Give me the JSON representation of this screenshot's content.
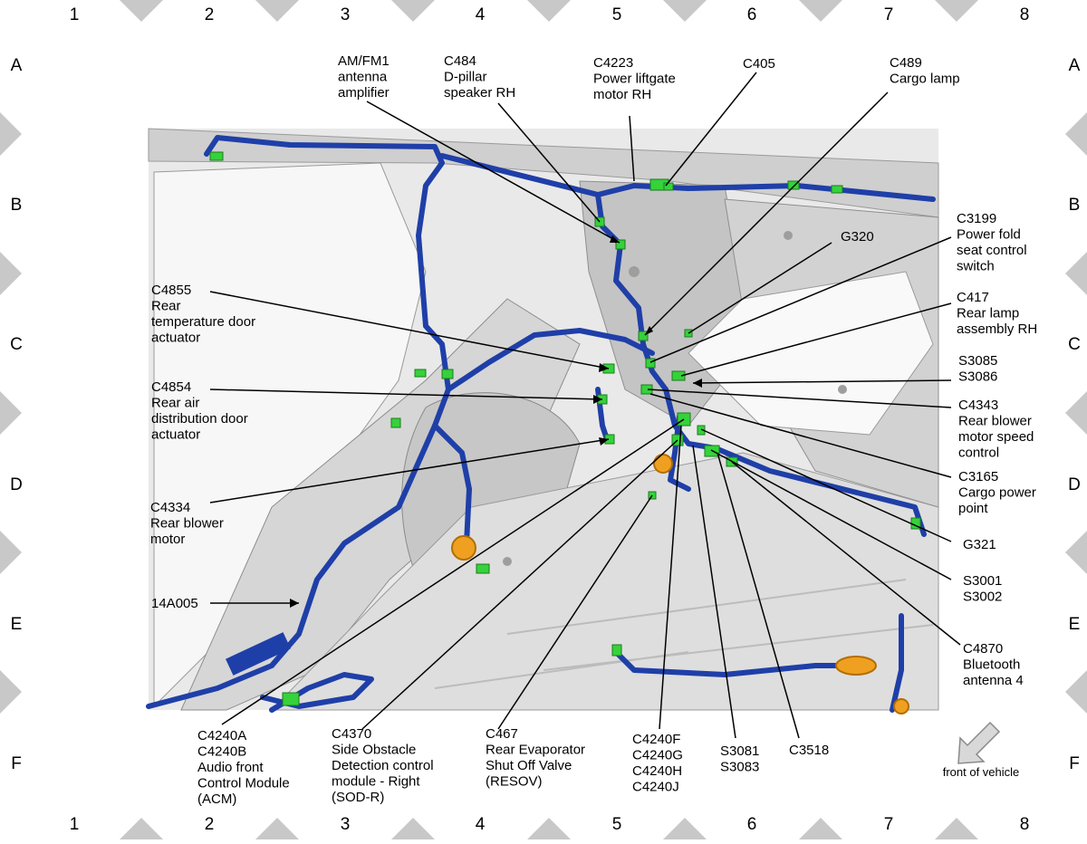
{
  "grid": {
    "columns": [
      "1",
      "2",
      "3",
      "4",
      "5",
      "6",
      "7",
      "8"
    ],
    "rows": [
      "A",
      "B",
      "C",
      "D",
      "E",
      "F"
    ]
  },
  "orientation_note": "front of vehicle",
  "colors": {
    "harness": "#1f3fa8",
    "harness_highlight": "#3f63d6",
    "connector": "#35d23a",
    "grommet": "#f0a020",
    "body_panel": "#dcdcdc",
    "body_panel_edge": "#9a9a9a",
    "grid_triangle": "#c8c8c8"
  },
  "callouts": [
    {
      "id": "am-fm1-antenna-amplifier",
      "lines": [
        "AM/FM1",
        "antenna",
        "amplifier"
      ]
    },
    {
      "id": "c484",
      "lines": [
        "C484",
        "D-pillar",
        "speaker RH"
      ]
    },
    {
      "id": "c4223",
      "lines": [
        "C4223",
        "Power liftgate",
        "motor RH"
      ]
    },
    {
      "id": "c405",
      "lines": [
        "C405"
      ]
    },
    {
      "id": "c489",
      "lines": [
        "C489",
        "Cargo lamp"
      ]
    },
    {
      "id": "g320",
      "lines": [
        "G320"
      ]
    },
    {
      "id": "c3199",
      "lines": [
        "C3199",
        "Power fold",
        "seat control",
        "switch"
      ]
    },
    {
      "id": "c4855",
      "lines": [
        "C4855",
        "Rear",
        "temperature door",
        "actuator"
      ]
    },
    {
      "id": "c417",
      "lines": [
        "C417",
        "Rear lamp",
        "assembly RH"
      ]
    },
    {
      "id": "s3085-s3086",
      "lines": [
        "S3085",
        "S3086"
      ]
    },
    {
      "id": "c4854",
      "lines": [
        "C4854",
        "Rear air",
        "distribution door",
        "actuator"
      ]
    },
    {
      "id": "c4343",
      "lines": [
        "C4343",
        "Rear blower",
        "motor speed",
        "control"
      ]
    },
    {
      "id": "c3165",
      "lines": [
        "C3165",
        "Cargo power",
        "point"
      ]
    },
    {
      "id": "c4334",
      "lines": [
        "C4334",
        "Rear blower",
        "motor"
      ]
    },
    {
      "id": "g321",
      "lines": [
        "G321"
      ]
    },
    {
      "id": "s3001-s3002",
      "lines": [
        "S3001",
        "S3002"
      ]
    },
    {
      "id": "14a005",
      "lines": [
        "14A005"
      ]
    },
    {
      "id": "c4870",
      "lines": [
        "C4870",
        "Bluetooth",
        "antenna 4"
      ]
    },
    {
      "id": "c4240a-c4240b",
      "lines": [
        "C4240A",
        "C4240B",
        "Audio front",
        "Control Module",
        "(ACM)"
      ]
    },
    {
      "id": "c4370",
      "lines": [
        "C4370",
        "Side Obstacle",
        "Detection control",
        "module - Right",
        "(SOD-R)"
      ]
    },
    {
      "id": "c467",
      "lines": [
        "C467",
        "Rear Evaporator",
        "Shut Off Valve",
        "(RESOV)"
      ]
    },
    {
      "id": "c4240f-j",
      "lines": [
        "C4240F",
        "C4240G",
        "C4240H",
        "C4240J"
      ]
    },
    {
      "id": "s3081-s3083",
      "lines": [
        "S3081",
        "S3083"
      ]
    },
    {
      "id": "c3518",
      "lines": [
        "C3518"
      ]
    }
  ]
}
